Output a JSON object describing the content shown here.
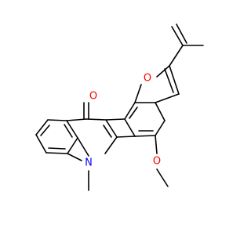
{
  "molecule": {
    "atoms": {
      "carbonyl_oxygen": {
        "symbol": "O",
        "color": "#ff0000"
      },
      "furan_oxygen": {
        "symbol": "O",
        "color": "#ff0000"
      },
      "methoxy_oxygen": {
        "symbol": "O",
        "color": "#ff0000"
      },
      "ring_nitrogen": {
        "symbol": "N",
        "color": "#0000ff"
      }
    },
    "bond_color": "#000000"
  }
}
